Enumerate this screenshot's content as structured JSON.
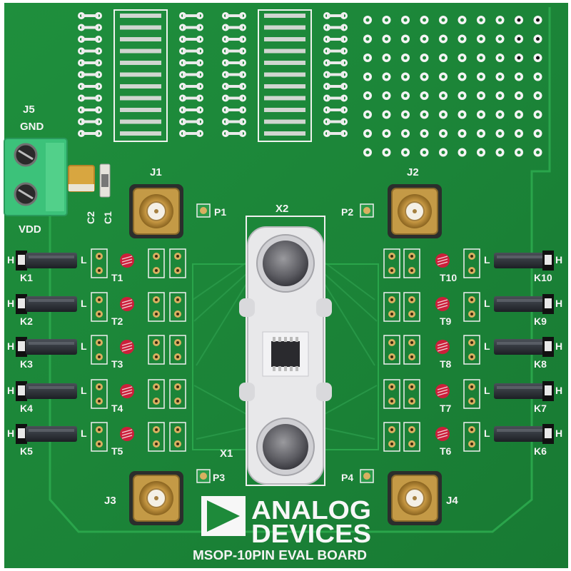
{
  "board": {
    "title": "MSOP-10PIN EVAL BOARD",
    "brand_line1": "ANALOG",
    "brand_line2": "DEVICES",
    "colors": {
      "pcb": "#1e8a3a",
      "pcb_dark": "#157030",
      "silkscreen": "#f4f4f4",
      "pad": "#d8b060",
      "gold": "#c8a050",
      "terminal_block": "#3cc27a",
      "jumper": "#2b2f35",
      "test_point": "#cc1f3a",
      "fixture": "#e8e8ea"
    }
  },
  "power": {
    "connector": "J5",
    "gnd_label": "GND",
    "vdd_label": "VDD",
    "cap1": "C2",
    "cap2": "C1"
  },
  "sma": {
    "j1": "J1",
    "j2": "J2",
    "j3": "J3",
    "j4": "J4"
  },
  "probes": {
    "p1": "P1",
    "p2": "P2",
    "p3": "P3",
    "p4": "P4"
  },
  "socket": {
    "top": "X2",
    "bottom": "X1"
  },
  "left_jumpers": [
    {
      "name": "K1",
      "tp": "T1"
    },
    {
      "name": "K2",
      "tp": "T2"
    },
    {
      "name": "K3",
      "tp": "T3"
    },
    {
      "name": "K4",
      "tp": "T4"
    },
    {
      "name": "K5",
      "tp": "T5"
    }
  ],
  "right_jumpers": [
    {
      "name": "K10",
      "tp": "T10"
    },
    {
      "name": "K9",
      "tp": "T9"
    },
    {
      "name": "K8",
      "tp": "T8"
    },
    {
      "name": "K7",
      "tp": "T7"
    },
    {
      "name": "K6",
      "tp": "T6"
    }
  ],
  "jumper_labels": {
    "high": "H",
    "low": "L"
  }
}
